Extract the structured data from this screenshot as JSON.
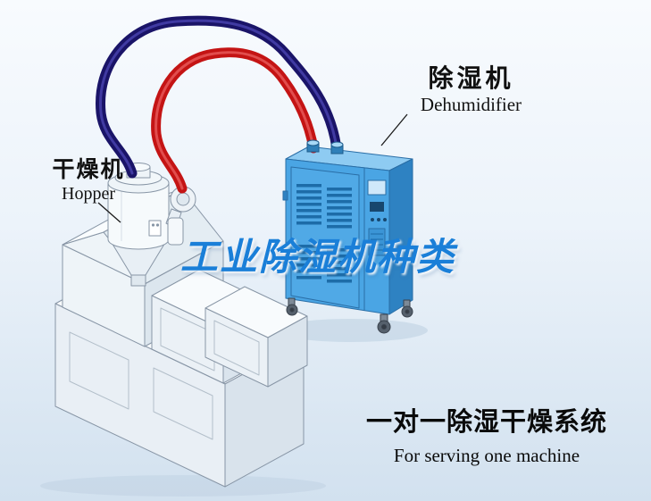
{
  "scene": {
    "machine_labels": {
      "dryer_cn": "干燥机",
      "dryer_en": "Hopper",
      "dehumidifier_cn": "除湿机",
      "dehumidifier_en": "Dehumidifier"
    },
    "watermark_title": "工业除湿机种类",
    "caption": {
      "cn": "一对一除湿干燥系统",
      "en": "For serving one machine"
    },
    "colors": {
      "watermark_blue": "#1a7fd8",
      "hose_red": "#c41414",
      "hose_navy": "#1a1468",
      "cabinet_front": "#4aa5e4",
      "cabinet_side": "#2e82c2",
      "cabinet_top": "#8ecbf2",
      "machine_body": "#eef3f7",
      "outline_gray": "#8896a6"
    },
    "illustration_parts": [
      "hopper-dryer",
      "extruder-machine",
      "dehumidifier-cabinet",
      "red-supply-hose",
      "navy-return-hose"
    ]
  }
}
